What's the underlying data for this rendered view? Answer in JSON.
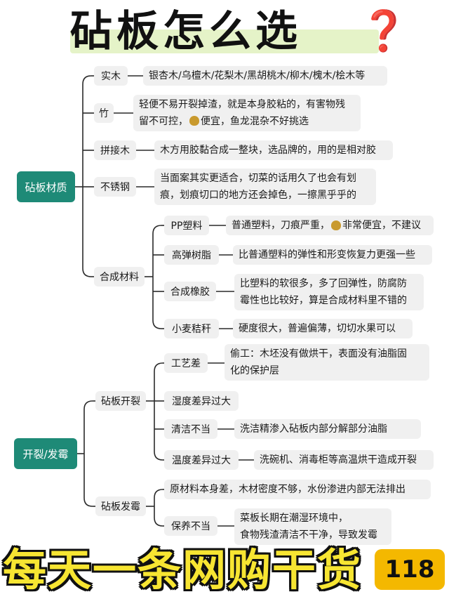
{
  "title": {
    "text": "砧板怎么选",
    "mark": "❓"
  },
  "sections": {
    "material": {
      "label": "砧板材质",
      "solid": {
        "label": "实木",
        "desc": "银杏木/乌檀木/花梨木/黑胡桃木/柳木/槐木/桧木等"
      },
      "bamboo": {
        "label": "竹",
        "line1": "轻便不易开裂掉渣，就是本身胶粘的，有害物残",
        "line2a": "留不可控，",
        "line2b": "便宜，鱼龙混杂不好挑选"
      },
      "spliced": {
        "label": "拼接木",
        "desc": "木方用胶黏合成一整块，选品牌的，用的是相对胶"
      },
      "steel": {
        "label": "不锈钢",
        "line1": "当面案其实更适合，切菜的话用久了也会有划",
        "line2": "痕，划痕切口的地方还会掉色，一擦黑乎乎的"
      },
      "synthetic": {
        "label": "合成材料",
        "pp": {
          "label": "PP塑料",
          "desc_a": "普通塑料，刀痕严重，",
          "desc_b": "非常便宜，不建议"
        },
        "resin": {
          "label": "高弹树脂",
          "desc": "比普通塑料的弹性和形变恢复力更强一些"
        },
        "rubber": {
          "label": "合成橡胶",
          "line1": "比塑料的软很多，多了回弹性，防腐防",
          "line2": "霉性也比较好，算是合成材料里不错的"
        },
        "straw": {
          "label": "小麦秸秆",
          "desc": "硬度很大，普遍偏薄，切切水果可以"
        }
      }
    },
    "crack": {
      "label": "开裂/发霉",
      "cracking": {
        "label": "砧板开裂",
        "craft": {
          "label": "工艺差",
          "line1": "偷工：木坯没有做烘干，表面没有油脂固",
          "line2": "化的保护层"
        },
        "humidity": {
          "label": "湿度差异过大"
        },
        "cleaning": {
          "label": "清洁不当",
          "desc": "洗洁精渗入砧板内部分解部分油脂"
        },
        "temperature": {
          "label": "温度差异过大",
          "desc": "洗碗机、消毒柜等高温烘干造成开裂"
        }
      },
      "mold": {
        "label": "砧板发霉",
        "material": {
          "desc": "原材料本身差，木材密度不够，水份渗进内部无法排出"
        },
        "care": {
          "label": "保养不当",
          "line1": "菜板长期在潮湿环境中，",
          "line2": "食物残渣清洁不干净，导致发霉"
        }
      }
    }
  },
  "banner": {
    "text": "每天一条网购干货",
    "number": "118"
  },
  "colors": {
    "root": "#1e8a77",
    "node": "#f0f0f0",
    "banner_text": "#f7e532",
    "badge": "#f4b800",
    "question": "#e02828",
    "title_highlight": "#e5f3c8"
  },
  "icons": [
    "money-bag-icon",
    "question-mark-icon"
  ]
}
